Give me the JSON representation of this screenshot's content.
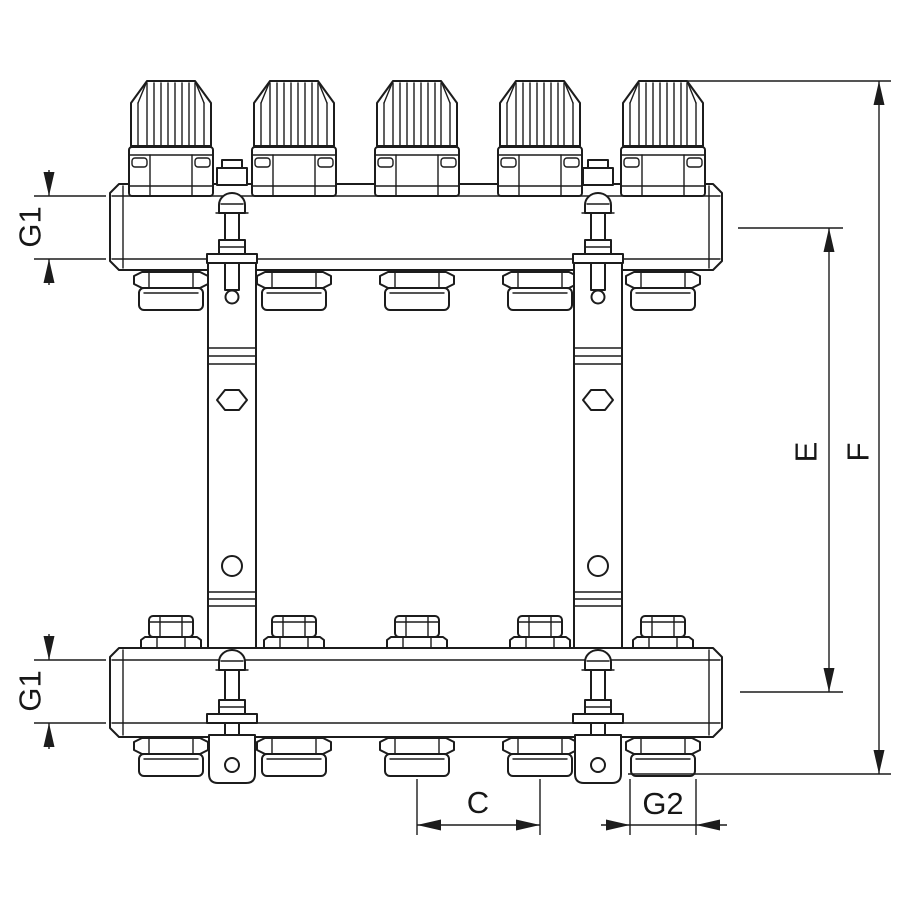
{
  "drawing": {
    "type": "technical-line-drawing",
    "subject": "heating-manifold-with-thermostatic-heads-front-view",
    "background_color": "#ffffff",
    "line_color": "#1c1c1c",
    "circuit_count": 5,
    "labels": {
      "g1_top": "G1",
      "g1_bottom": "G1",
      "e": "E",
      "f": "F",
      "c": "C",
      "g2": "G2"
    }
  }
}
